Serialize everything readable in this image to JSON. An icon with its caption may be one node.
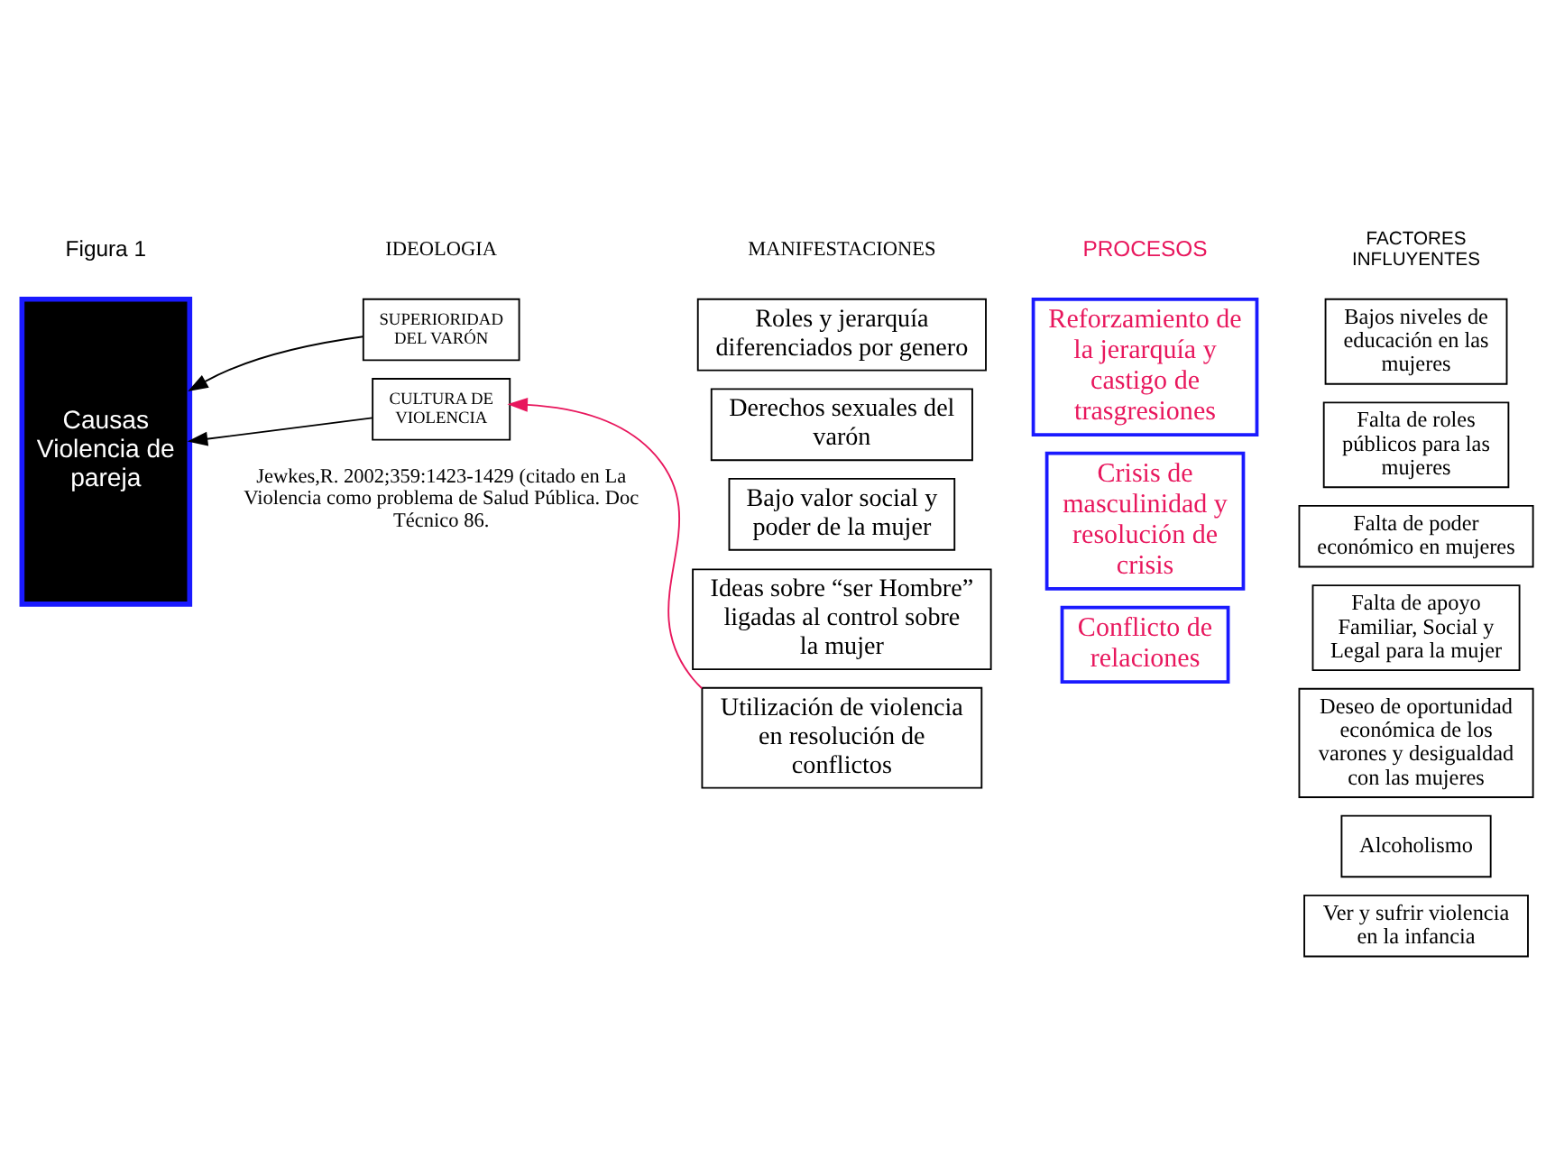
{
  "diagram": {
    "nodes": [
      {
        "text": [
          "Causas Violencia de pareja"
        ]
      },
      {
        "text": [
          "SUPERIORIDAD DEL VARÓN"
        ]
      },
      {
        "text": [
          "CULTURA DE VIOLENCIA"
        ]
      },
      {
        "text": [
          "Roles y jerarquía diferenciados por genero"
        ]
      },
      {
        "text": [
          "Derechos sexuales del varón"
        ]
      },
      {
        "text": [
          "Bajo valor social y poder de la mujer"
        ]
      },
      {
        "text": [
          "Ideas sobre “ser Hombre” ligadas al control sobre la mujer"
        ]
      },
      {
        "text": [
          "Utilización de violencia en resolución de conflictos"
        ]
      },
      {
        "text": [
          "Reforzamiento de la jerarquía y castigo de trasgresiones"
        ]
      },
      {
        "text": [
          "Crisis de masculinidad y resolución de crisis"
        ]
      },
      {
        "text": [
          "Conflicto de relaciones"
        ]
      },
      {
        "text": [
          "Bajos niveles de educación en las mujeres"
        ]
      },
      {
        "text": [
          "Falta de roles públicos para las mujeres"
        ]
      },
      {
        "text": [
          "Falta de poder económico en mujeres"
        ]
      },
      {
        "text": [
          "Falta de apoyo Familiar, Social y Legal para la mujer"
        ]
      },
      {
        "text": [
          "Deseo de oportunidad económica de los varones y desigualdad con las mujeres"
        ]
      },
      {
        "text": [
          "Alcoholismo"
        ]
      },
      {
        "text": [
          "Ver y sufrir violencia en la infancia"
        ]
      }
    ],
    "edges": [
      {
        "from": 1,
        "to": 0,
        "arrow": "to"
      },
      {
        "from": 2,
        "to": 0,
        "arrow": "to"
      },
      {
        "from": 7,
        "to": 2,
        "arrow": "to",
        "color": "#e8175d"
      }
    ],
    "labels": [
      "Figura 1",
      "IDEOLOGIA",
      "MANIFESTACIONES",
      "PROCESOS",
      "FACTORES INFLUYENTES",
      "Jewkes,R. 2002;359:1423-1429 (citado en La Violencia como problema de Salud Pública. Doc Técnico 86."
    ]
  }
}
